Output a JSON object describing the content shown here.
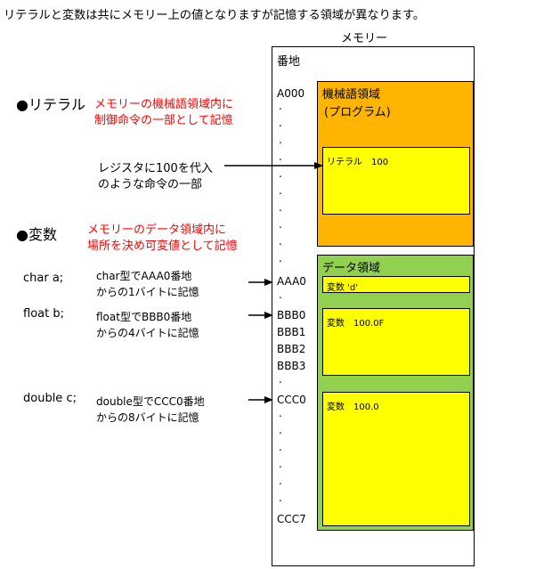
{
  "header": {
    "title": "リテラルと変数は共にメモリー上の値となりますが記憶する領域が異なります。"
  },
  "memory": {
    "label": "メモリー",
    "address_header": "番地",
    "addresses": {
      "a000": "A000",
      "aaa0": "AAA0",
      "bbb0": "BBB0",
      "bbb1": "BBB1",
      "bbb2": "BBB2",
      "bbb3": "BBB3",
      "ccc0": "CCC0",
      "ccc7": "CCC7"
    },
    "ellipsis": "."
  },
  "machine_area": {
    "title": "機械語領域",
    "subtitle": "(プログラム)",
    "literal_text": "リテラル　100"
  },
  "data_area": {
    "title": "データ領域",
    "var_a": "変数 'd'",
    "var_b": "変数　100.0F",
    "var_c": "変数　100.0"
  },
  "literal_section": {
    "heading": "●リテラル",
    "note_line1": "メモリーの機械語領域内に",
    "note_line2": "制御命令の一部として記憶",
    "example_line1": "レジスタに100を代入",
    "example_line2": "のような命令の一部"
  },
  "variable_section": {
    "heading": "●変数",
    "note_line1": "メモリーのデータ領域内に",
    "note_line2": "場所を決め可変値として記憶"
  },
  "declarations": [
    {
      "code": "char a;",
      "desc_line1": "char型でAAA0番地",
      "desc_line2": "からの1バイトに記憶"
    },
    {
      "code": "float b;",
      "desc_line1": "float型でBBB0番地",
      "desc_line2": "からの4バイトに記憶"
    },
    {
      "code": "double c;",
      "desc_line1": "double型でCCC0番地",
      "desc_line2": "からの8バイトに記憶"
    }
  ],
  "colors": {
    "machine_area": "#ffb400",
    "data_area": "#92d050",
    "memory_cell": "#ffff00",
    "note_text": "#ff0000"
  }
}
